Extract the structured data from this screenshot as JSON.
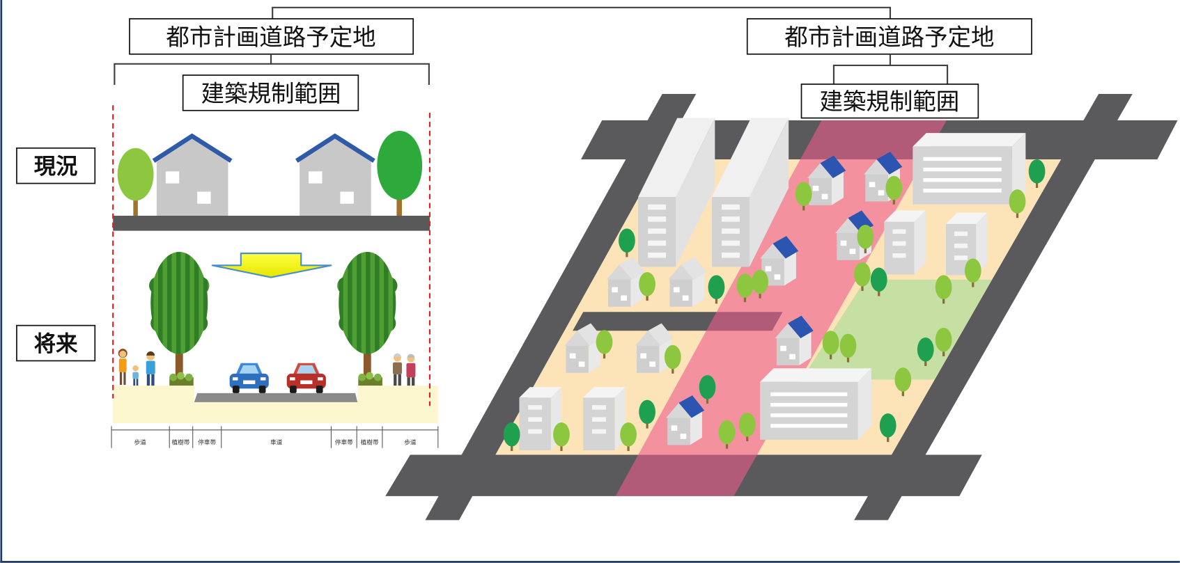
{
  "left_panel": {
    "planned_road_label": "都市計画道路予定地",
    "restriction_label": "建築規制範囲"
  },
  "right_panel": {
    "planned_road_label": "都市計画道路予定地",
    "restriction_label": "建築規制範囲"
  },
  "stages": {
    "current": "現況",
    "future": "将来"
  },
  "cross_section": {
    "segments": [
      "歩道",
      "植樹帯",
      "停車帯",
      "車道",
      "停車帯",
      "植樹帯",
      "歩道"
    ]
  },
  "colors": {
    "restriction_line": "#e02020",
    "planned_road_band": "#ec5c8c",
    "road": "#5a5a5c",
    "lots": "#fde3b8",
    "park": "#c6e0a4",
    "arrow_fill": "#ffff00",
    "arrow_stroke": "#4a90c8",
    "frame": "#1f3864"
  }
}
